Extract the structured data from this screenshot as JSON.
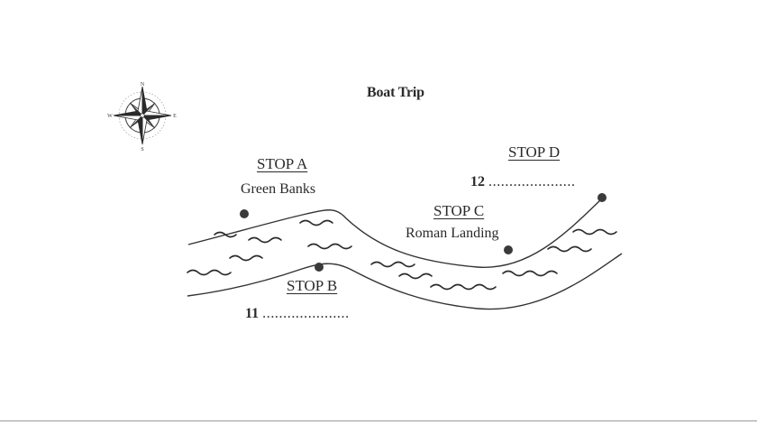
{
  "title": "Boat Trip",
  "compass": {
    "icon": "compass-rose-icon",
    "north": "N",
    "south": "S",
    "east": "E",
    "west": "W"
  },
  "stops": {
    "a": {
      "heading": "STOP A",
      "name": "Green Banks"
    },
    "b": {
      "heading": "STOP B"
    },
    "c": {
      "heading": "STOP C",
      "name": "Roman Landing"
    },
    "d": {
      "heading": "STOP D"
    }
  },
  "answers": {
    "q11": {
      "number": "11",
      "dots": "....................."
    },
    "q12": {
      "number": "12",
      "dots": "....................."
    }
  },
  "colors": {
    "ink": "#2a2a2a",
    "marker": "#3a3a3a",
    "background": "#ffffff"
  }
}
